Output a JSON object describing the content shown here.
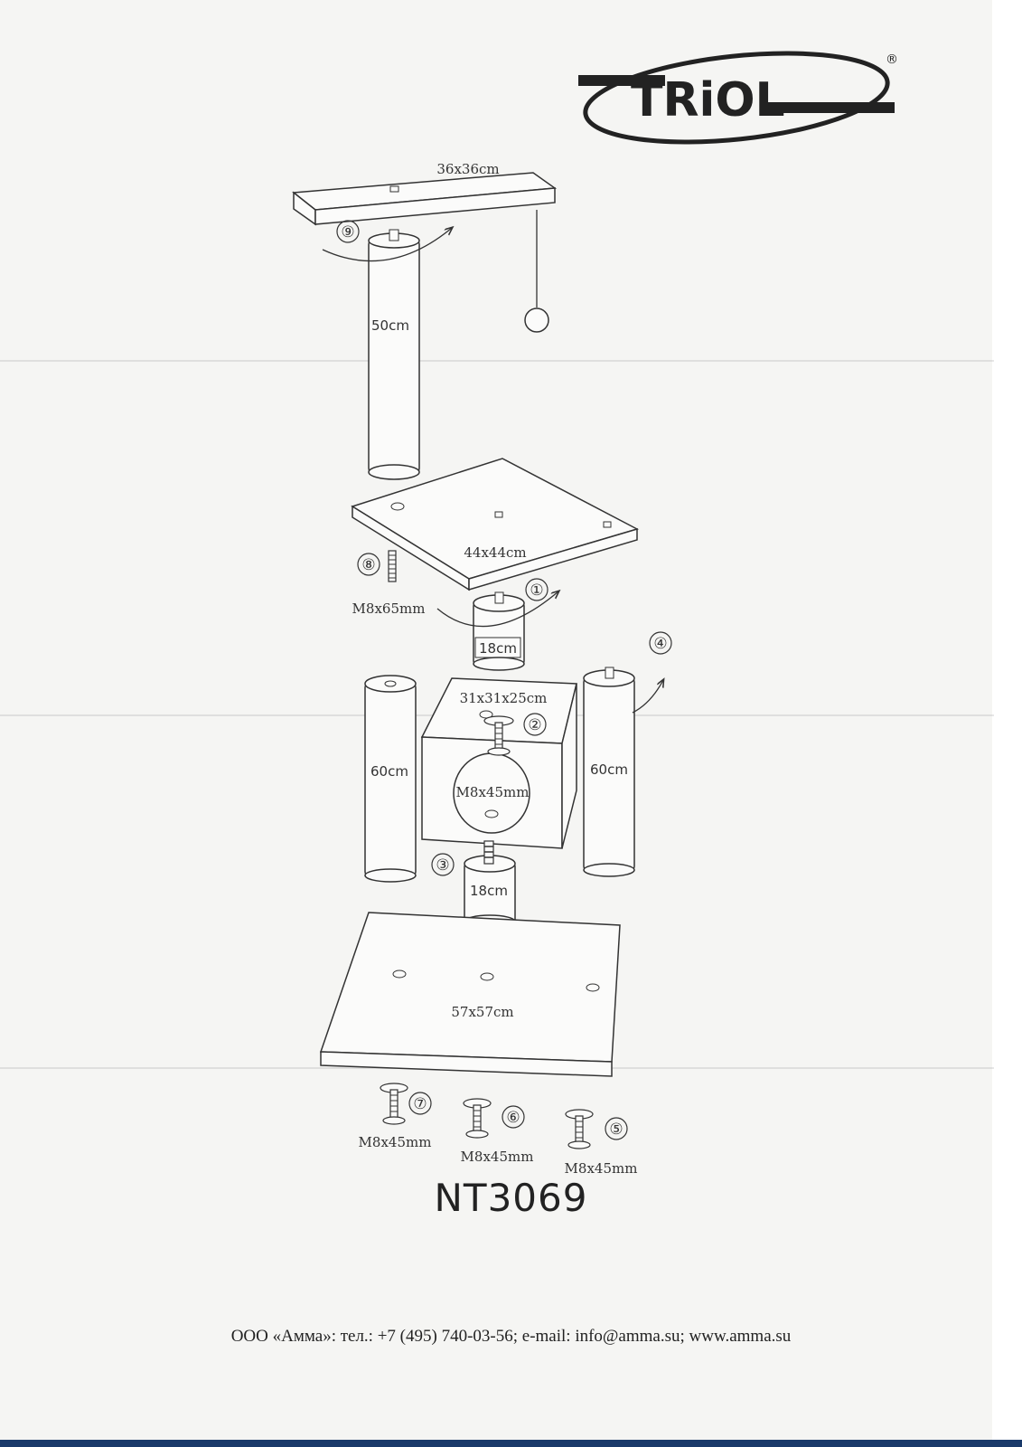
{
  "brand": {
    "logo_text": "TRiOL",
    "registered": "®"
  },
  "labels": {
    "shelf_top": "36x36cm",
    "post_top": "50cm",
    "shelf_mid": "44x44cm",
    "screw_8": "M8x65mm",
    "post_short_top": "18cm",
    "box": "31x31x25cm",
    "box_screw": "M8x45mm",
    "post_left": "60cm",
    "post_right": "60cm",
    "post_short_bottom": "18cm",
    "base": "57x57cm",
    "screw_7": "M8x45mm",
    "screw_6": "M8x45mm",
    "screw_5": "M8x45mm"
  },
  "steps": {
    "s1": "①",
    "s2": "②",
    "s3": "③",
    "s4": "④",
    "s5": "⑤",
    "s6": "⑥",
    "s7": "⑦",
    "s8": "⑧",
    "s9": "⑨"
  },
  "model": "NT3069",
  "footer": "ООО «Амма»: тел.: +7 (495) 740-03-56; e-mail: info@amma.su; www.amma.su"
}
